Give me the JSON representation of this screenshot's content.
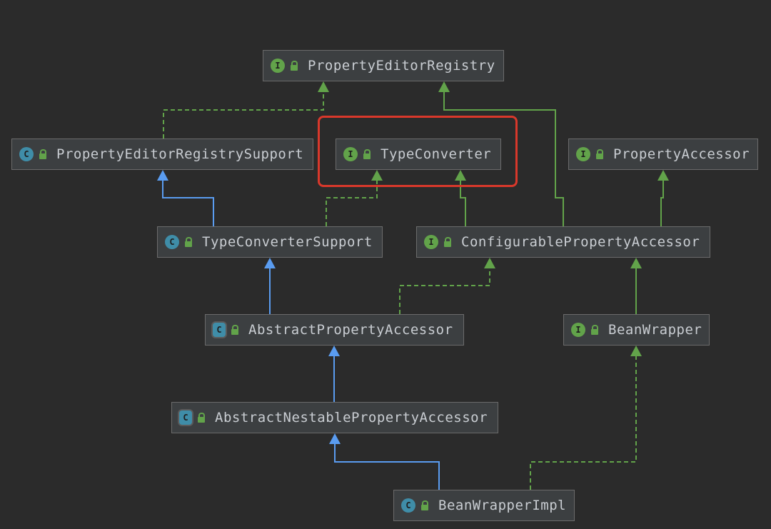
{
  "nodes": [
    {
      "id": "propertyEditorRegistry",
      "label": "PropertyEditorRegistry",
      "kind": "interface",
      "badge": "I"
    },
    {
      "id": "propertyEditorRegistrySupport",
      "label": "PropertyEditorRegistrySupport",
      "kind": "class",
      "badge": "C"
    },
    {
      "id": "typeConverter",
      "label": "TypeConverter",
      "kind": "interface",
      "badge": "I"
    },
    {
      "id": "propertyAccessor",
      "label": "PropertyAccessor",
      "kind": "interface",
      "badge": "I"
    },
    {
      "id": "typeConverterSupport",
      "label": "TypeConverterSupport",
      "kind": "class",
      "badge": "C"
    },
    {
      "id": "configurablePropertyAccessor",
      "label": "ConfigurablePropertyAccessor",
      "kind": "interface",
      "badge": "I"
    },
    {
      "id": "abstractPropertyAccessor",
      "label": "AbstractPropertyAccessor",
      "kind": "abstract",
      "badge": "C"
    },
    {
      "id": "beanWrapper",
      "label": "BeanWrapper",
      "kind": "interface",
      "badge": "I"
    },
    {
      "id": "abstractNestablePropertyAccessor",
      "label": "AbstractNestablePropertyAccessor",
      "kind": "abstract",
      "badge": "C"
    },
    {
      "id": "beanWrapperImpl",
      "label": "BeanWrapperImpl",
      "kind": "class",
      "badge": "C"
    }
  ],
  "edges": [
    {
      "from": "propertyEditorRegistrySupport",
      "to": "propertyEditorRegistry",
      "type": "implements"
    },
    {
      "from": "configurablePropertyAccessor",
      "to": "propertyEditorRegistry",
      "type": "extends-interface"
    },
    {
      "from": "typeConverterSupport",
      "to": "propertyEditorRegistrySupport",
      "type": "extends"
    },
    {
      "from": "typeConverterSupport",
      "to": "typeConverter",
      "type": "implements"
    },
    {
      "from": "configurablePropertyAccessor",
      "to": "typeConverter",
      "type": "extends-interface"
    },
    {
      "from": "configurablePropertyAccessor",
      "to": "propertyAccessor",
      "type": "extends-interface"
    },
    {
      "from": "abstractPropertyAccessor",
      "to": "typeConverterSupport",
      "type": "extends"
    },
    {
      "from": "abstractPropertyAccessor",
      "to": "configurablePropertyAccessor",
      "type": "implements"
    },
    {
      "from": "beanWrapper",
      "to": "configurablePropertyAccessor",
      "type": "extends-interface"
    },
    {
      "from": "abstractNestablePropertyAccessor",
      "to": "abstractPropertyAccessor",
      "type": "extends"
    },
    {
      "from": "beanWrapperImpl",
      "to": "abstractNestablePropertyAccessor",
      "type": "extends"
    },
    {
      "from": "beanWrapperImpl",
      "to": "beanWrapper",
      "type": "implements"
    }
  ],
  "highlighted": "typeConverter",
  "colors": {
    "background": "#2b2b2b",
    "node_fill": "#3c3f41",
    "node_border": "#6b6b6b",
    "text": "#c9cdd2",
    "interface_badge": "#62a34a",
    "class_badge": "#3f8da8",
    "extends_edge": "#5a9cf0",
    "implements_edge": "#62a34a",
    "highlight": "#d9382b"
  }
}
